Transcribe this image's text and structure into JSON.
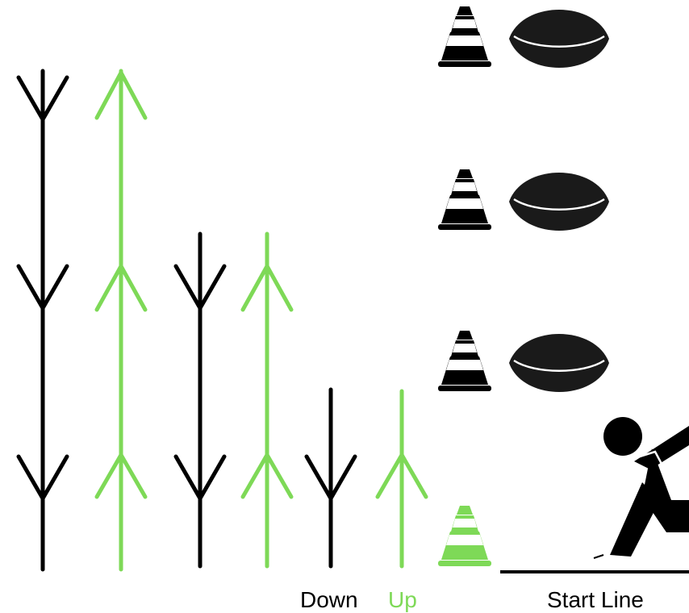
{
  "labels": {
    "down": "Down",
    "up": "Up",
    "start_line": "Start Line"
  },
  "colors": {
    "down": "#000000",
    "up": "#7ed957",
    "cone_dark": "#000000",
    "cone_green": "#7ed957",
    "ball": "#1a1a1a",
    "runner": "#000000"
  },
  "icons": {
    "cone": "cone-icon",
    "ball": "football-icon",
    "runner": "runner-icon"
  }
}
